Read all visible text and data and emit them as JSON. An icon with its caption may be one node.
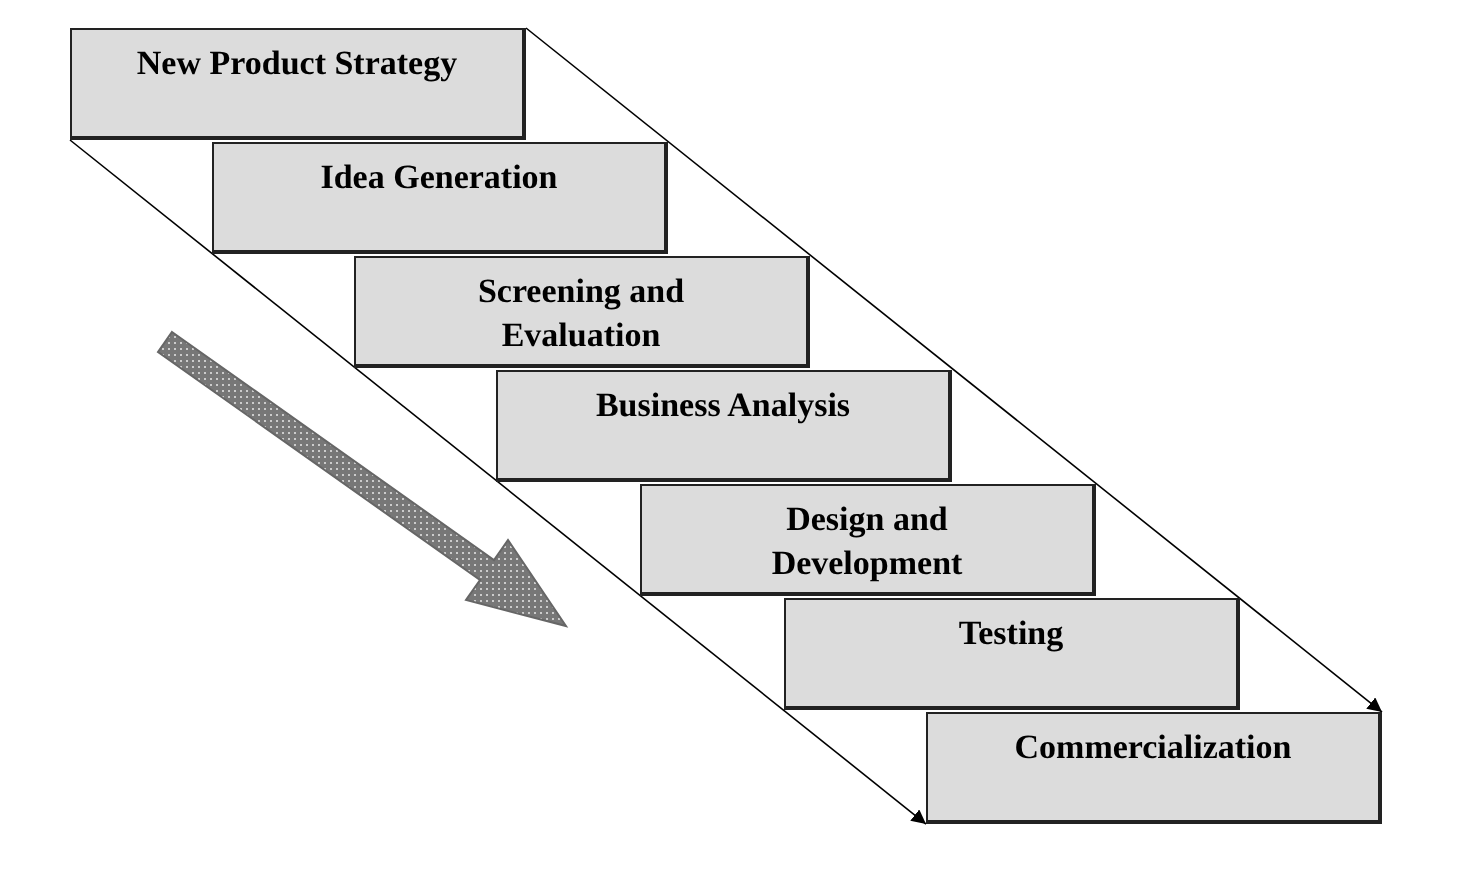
{
  "diagram": {
    "nodes": [
      {
        "text": [
          "New Product Strategy"
        ]
      },
      {
        "text": [
          "Idea Generation"
        ]
      },
      {
        "text": [
          "Screening and Evaluation"
        ]
      },
      {
        "text": [
          "Business Analysis"
        ]
      },
      {
        "text": [
          "Design and Development"
        ]
      },
      {
        "text": [
          "Testing"
        ]
      },
      {
        "text": [
          "Commercialization"
        ]
      }
    ],
    "edges": [
      {
        "from": 0,
        "to": 6,
        "arrow": "to"
      },
      {
        "from": 0,
        "to": 6,
        "arrow": "to"
      }
    ]
  }
}
